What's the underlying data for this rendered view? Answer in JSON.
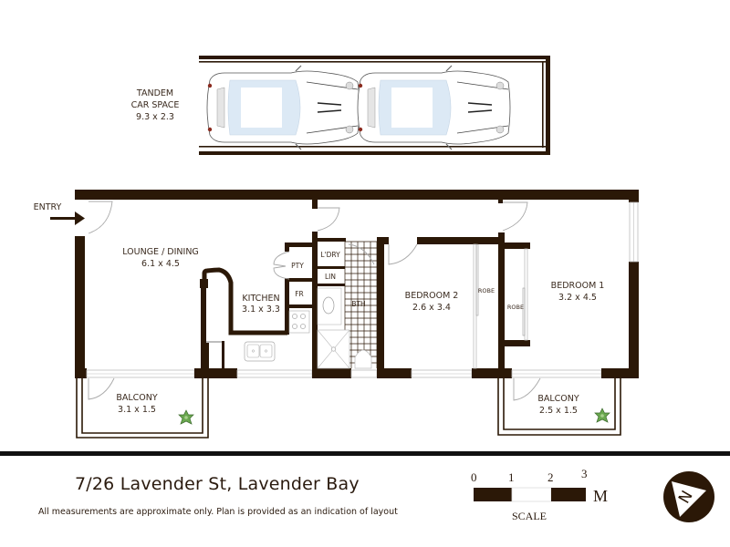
{
  "plan": {
    "address": "7/26 Lavender St, Lavender Bay",
    "disclaimer": "All measurements are approximate only. Plan is provided as an indication of layout",
    "entry_label": "ENTRY",
    "colors": {
      "wall": "#2b1807",
      "window": "#bdbdbd",
      "car_glass": "#dce9f5",
      "plant": "#6aa84f",
      "tail_light": "#8b2b1f"
    },
    "car_space": {
      "line1": "TANDEM",
      "line2": "CAR SPACE",
      "dims": "9.3 x 2.3",
      "car_count": 2
    },
    "rooms": {
      "lounge": {
        "name": "LOUNGE / DINING",
        "dims": "6.1 x 4.5"
      },
      "kitchen": {
        "name": "KITCHEN",
        "dims": "3.1 x 3.3"
      },
      "pantry": {
        "name": "PTY"
      },
      "fridge": {
        "name": "FR"
      },
      "laundry": {
        "name": "L'DRY"
      },
      "linen": {
        "name": "LIN"
      },
      "bath": {
        "name": "BTH"
      },
      "bedroom2": {
        "name": "BEDROOM 2",
        "dims": "2.6 x 3.4"
      },
      "robe2": {
        "name": "ROBE"
      },
      "robe1": {
        "name": "ROBE"
      },
      "bedroom1": {
        "name": "BEDROOM 1",
        "dims": "3.2 x 4.5"
      },
      "balcony1": {
        "name": "BALCONY",
        "dims": "3.1 x 1.5"
      },
      "balcony2": {
        "name": "BALCONY",
        "dims": "2.5 x 1.5"
      }
    },
    "scale": {
      "ticks": [
        "0",
        "1",
        "2",
        "3"
      ],
      "unit": "M",
      "label": "SCALE"
    },
    "north_arrow": {
      "letter": "N"
    }
  }
}
